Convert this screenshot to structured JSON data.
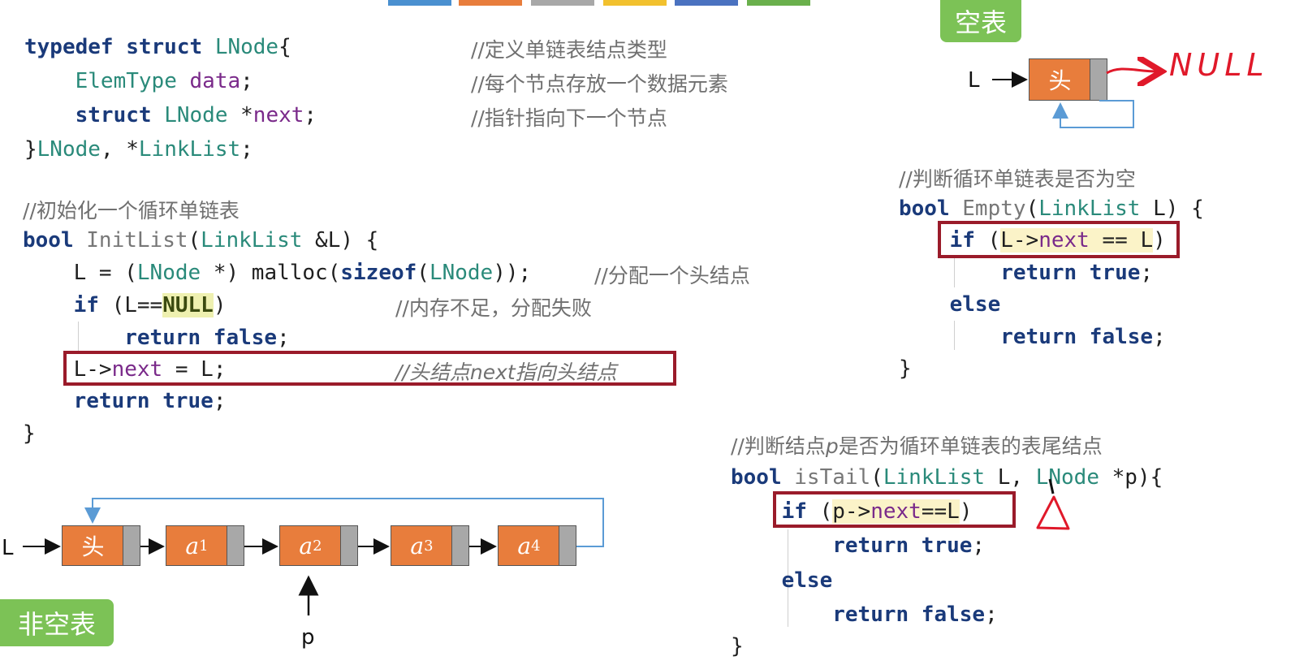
{
  "struct_block": {
    "line1": "typedef struct LNode{",
    "line2": "    ElemType data;",
    "line3": "    struct LNode *next;",
    "line4": "}LNode, *LinkList;",
    "c1": "//定义单链表结点类型",
    "c2": "//每个节点存放一个数据元素",
    "c3": "//指针指向下一个节点"
  },
  "init_block": {
    "comment": "//初始化一个循环单链表",
    "line1": "bool InitList(LinkList &L) {",
    "line2": "    L = (LNode *) malloc(sizeof(LNode));",
    "line2_comment": "//分配一个头结点",
    "line3_prefix": "    if (L==",
    "line3_null": "NULL",
    "line3_suffix": ")",
    "line3_comment": "//内存不足，分配失败",
    "line4": "        return false;",
    "line5": "    L->next = L;",
    "line5_comment": "//头结点next指向头结点",
    "line6": "    return true;",
    "line7": "}"
  },
  "empty_block": {
    "comment": "//判断循环单链表是否为空",
    "line1": "bool Empty(LinkList L) {",
    "line2": "    if (L->next == L)",
    "line3": "        return true;",
    "line4": "    else",
    "line5": "        return false;",
    "line6": "}"
  },
  "tail_block": {
    "comment": "//判断结点p是否为循环单链表的表尾结点",
    "line1": "bool isTail(LinkList L, LNode *p){",
    "line2": "    if (p->next==L)",
    "line3": "        return true;",
    "line4": "    else",
    "line5": "        return false;",
    "line6": "}"
  },
  "empty_diagram": {
    "bubble": "空表",
    "pointer_label": "L",
    "head_label": "头",
    "null_annotation": "NULL"
  },
  "nonempty_diagram": {
    "bubble": "非空表",
    "pointer_label": "L",
    "p_label": "p",
    "nodes": [
      "头",
      "a1",
      "a2",
      "a3",
      "a4"
    ]
  },
  "tab_colors": [
    "#4a90d0",
    "#e87d3c",
    "#a8a8a8",
    "#f2c12e",
    "#4a72c0",
    "#6ab04c"
  ],
  "colors": {
    "node_fill": "#e87d3c",
    "pointer_field": "#a8a8a8",
    "bubble": "#7cc256",
    "highlight_box": "#9a1b2a",
    "loop_arrow": "#5b9bd5",
    "annotation_red": "#e0192a"
  }
}
